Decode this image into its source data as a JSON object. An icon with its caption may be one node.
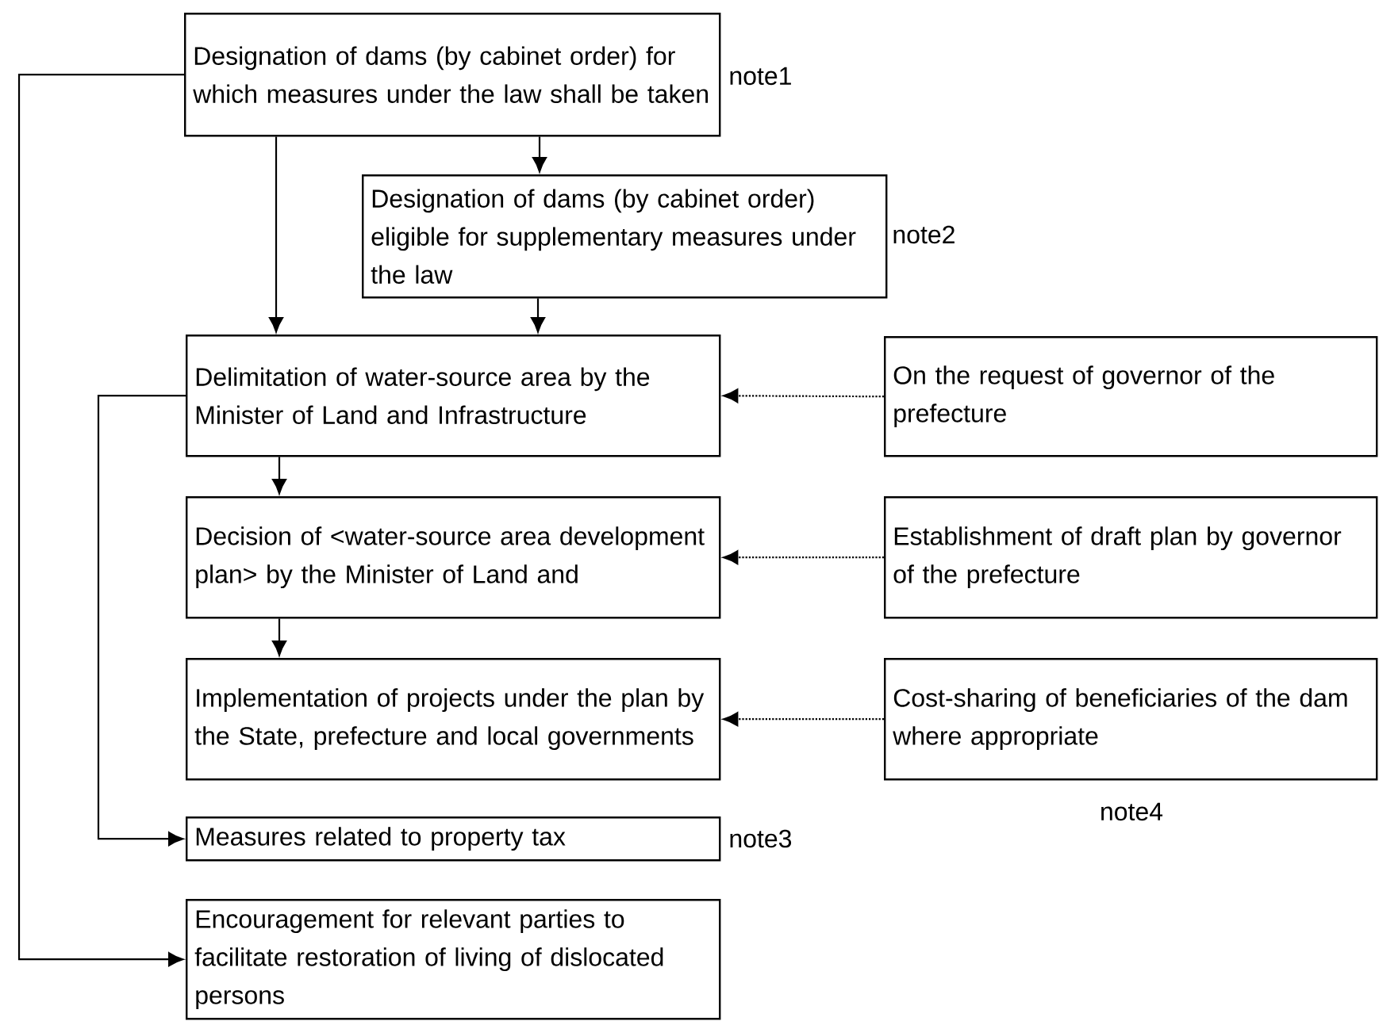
{
  "diagram": {
    "nodes": [
      {
        "text": [
          "Designation of dams (by cabinet order) for which measures under the law shall be taken"
        ],
        "beside": [
          "note1"
        ]
      },
      {
        "text": [
          "Designation of dams (by cabinet order) eligible for supplementary measures under the law"
        ],
        "beside": [
          "note2"
        ]
      },
      {
        "text": [
          "Delimitation of water-source area by the Minister of Land and Infrastructure"
        ]
      },
      {
        "text": [
          "Decision of <water-source area development plan> by the Minister of Land and"
        ]
      },
      {
        "text": [
          "Implementation of projects under the plan by the State, prefecture and local governments"
        ]
      },
      {
        "text": [
          "Measures related to property tax"
        ],
        "beside": [
          "note3"
        ]
      },
      {
        "text": [
          "Encouragement for relevant parties to facilitate restoration of living of dislocated persons"
        ]
      },
      {
        "text": [
          "On the request of governor of the prefecture"
        ]
      },
      {
        "text": [
          "Establishment of draft plan by governor of the prefecture"
        ]
      },
      {
        "text": [
          "Cost-sharing of beneficiaries of the dam where appropriate"
        ],
        "beside": [
          "note4"
        ]
      }
    ],
    "edges": [
      {
        "from": 0,
        "to": 1,
        "arrow": "to"
      },
      {
        "from": 0,
        "to": 2,
        "arrow": "to"
      },
      {
        "from": 1,
        "to": 2,
        "arrow": "to"
      },
      {
        "from": 2,
        "to": 3,
        "arrow": "to"
      },
      {
        "from": 3,
        "to": 4,
        "arrow": "to"
      },
      {
        "from": 2,
        "to": 5,
        "arrow": "to"
      },
      {
        "from": 0,
        "to": 6,
        "arrow": "to"
      },
      {
        "from": 7,
        "to": 2,
        "arrow": "to",
        "style": "dashed"
      },
      {
        "from": 8,
        "to": 3,
        "arrow": "to",
        "style": "dashed"
      },
      {
        "from": 9,
        "to": 4,
        "arrow": "to",
        "style": "dashed"
      }
    ]
  }
}
